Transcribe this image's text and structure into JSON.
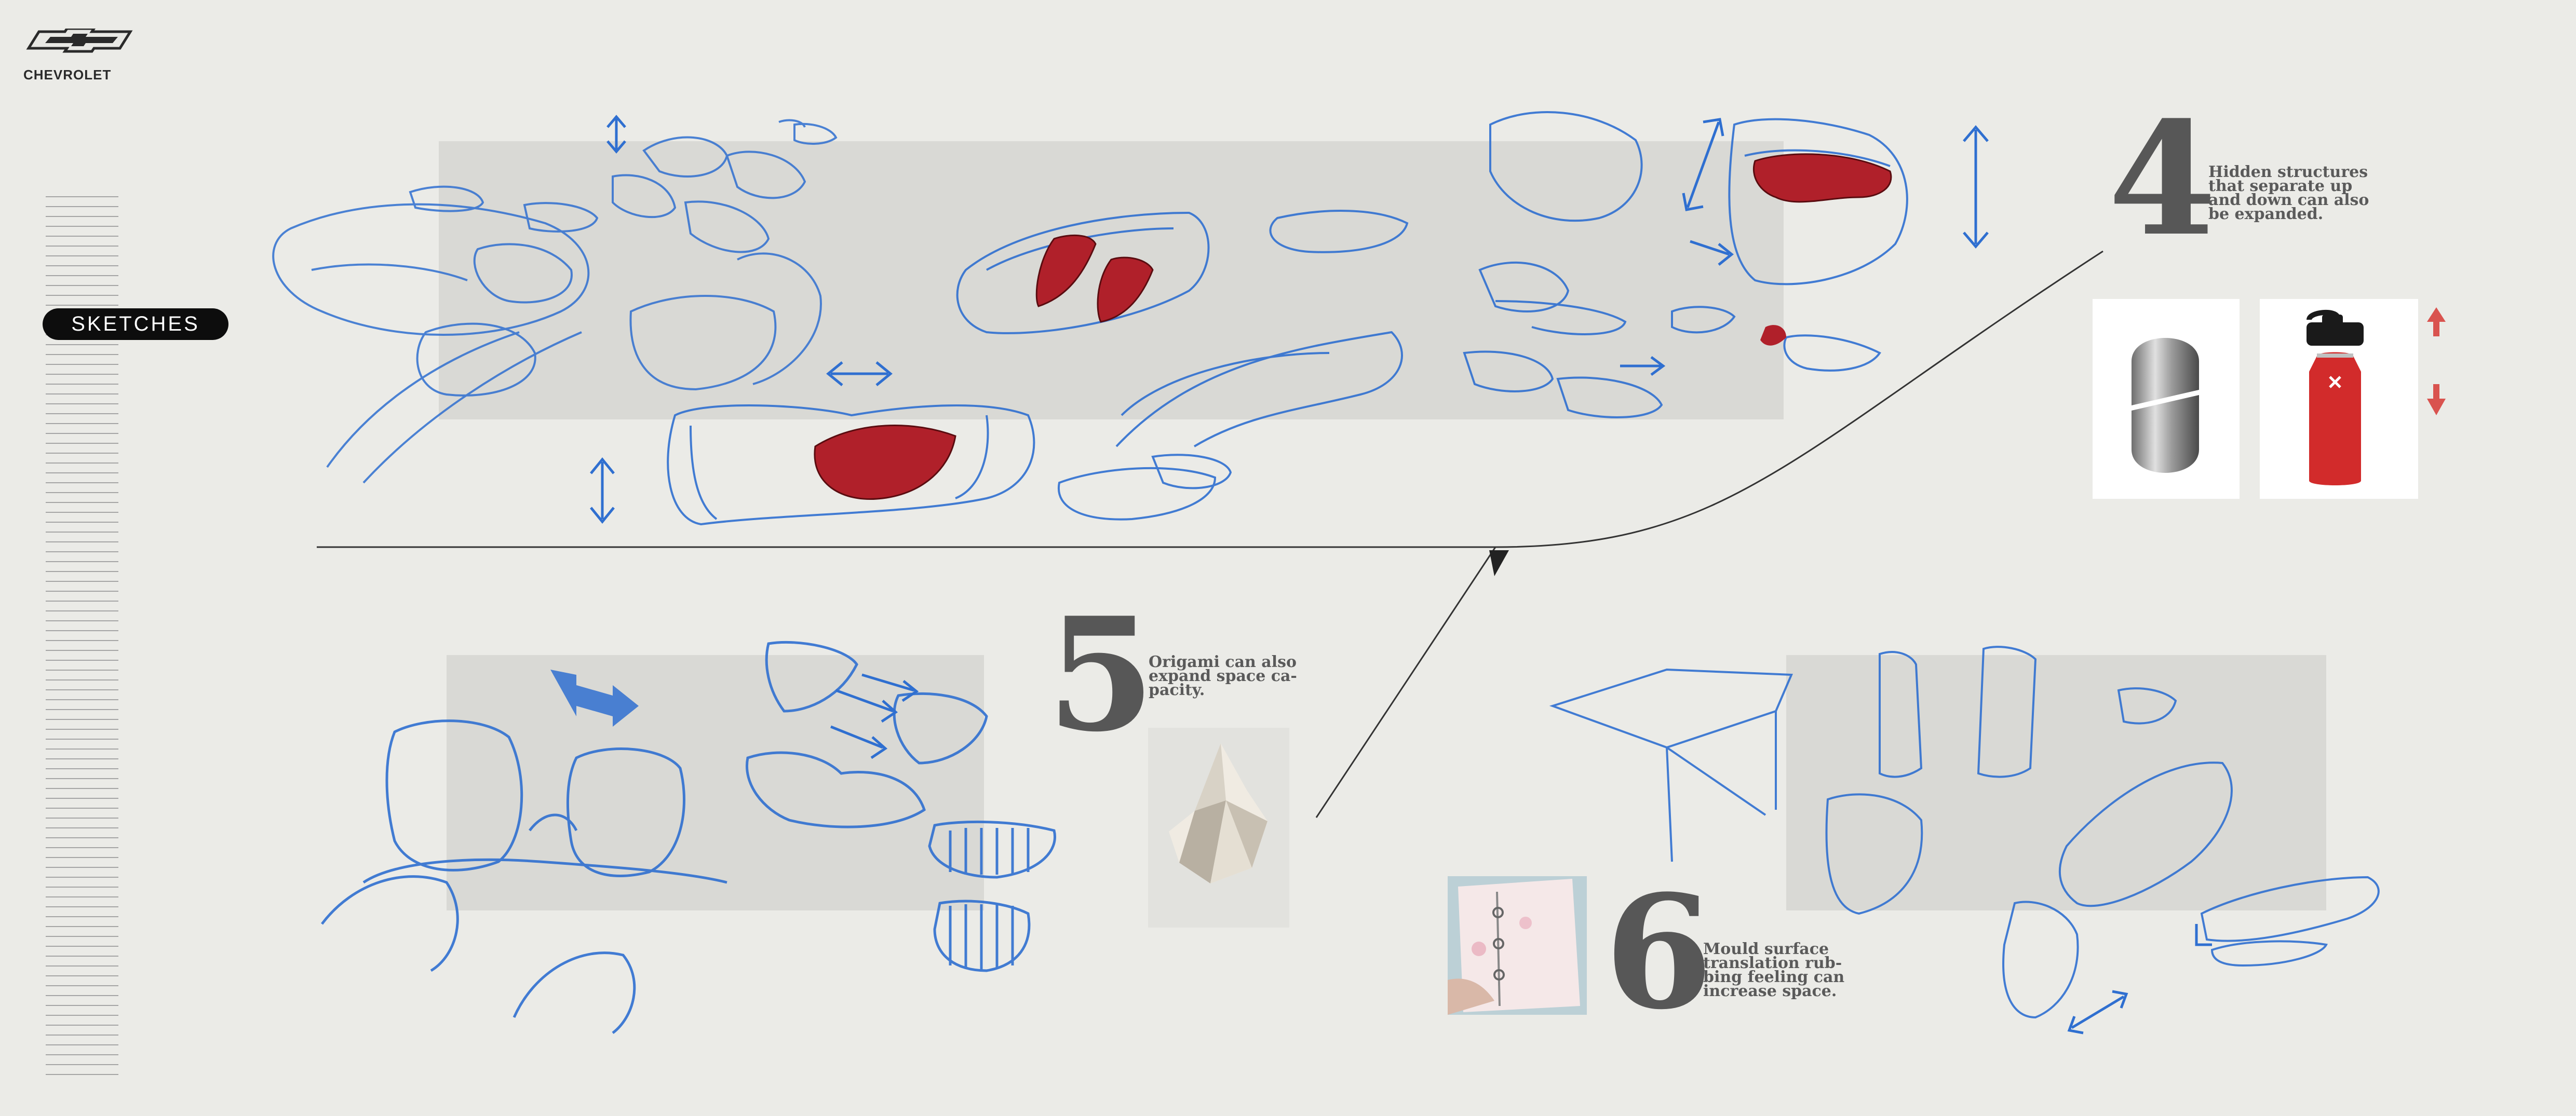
{
  "brand": {
    "name": "CHEVROLET"
  },
  "section_tag": "SKETCHES",
  "concepts": [
    {
      "number": "4",
      "lines": [
        "Hidden structures",
        "that separate up",
        "and down can also",
        "be expanded."
      ]
    },
    {
      "number": "5",
      "lines": [
        "Origami can also",
        "expand space ca-",
        "pacity."
      ]
    },
    {
      "number": "6",
      "lines": [
        "Mould surface",
        "translation rub-",
        "bing feeling can",
        "increase space."
      ]
    }
  ],
  "icons": {
    "logo": "chevrolet-bowtie-icon",
    "up": "arrow-up-icon",
    "down": "arrow-down-icon"
  },
  "colors": {
    "background": "#ebebe7",
    "panel": "#d9d9d5",
    "sketch": "#2f6fd0",
    "accent": "#b0202a",
    "arrow": "#d9534f",
    "numeral": "#575757"
  }
}
